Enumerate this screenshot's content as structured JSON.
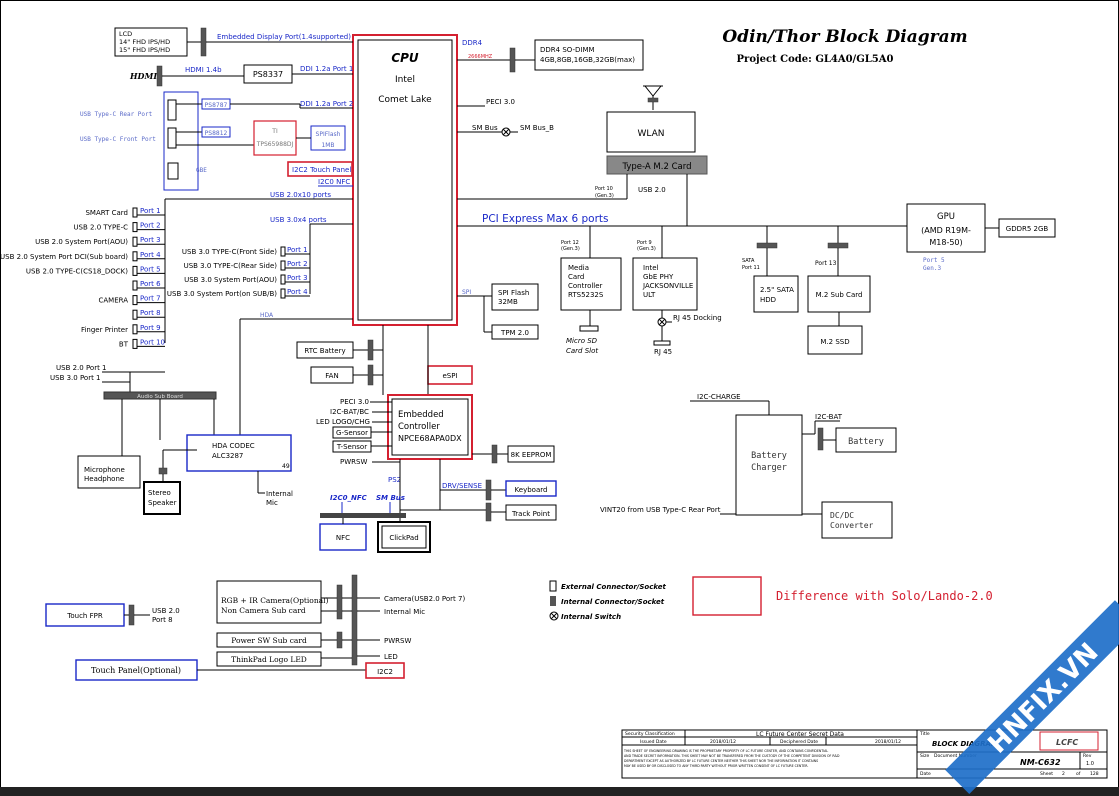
{
  "header": {
    "title": "Odin/Thor Block Diagram",
    "project_code": "Project Code: GL4A0/GL5A0"
  },
  "cpu": {
    "title": "CPU",
    "line1": "Intel",
    "line2": "Comet Lake"
  },
  "lcd": {
    "l1": "LCD",
    "l2": "14\" FHD IPS/HD",
    "l3": "15\" FHD IPS/HD"
  },
  "labels": {
    "edp": "Embedded Display Port(1.4supported)",
    "hdmi": "HDMI",
    "hdmi14": "HDMI 1.4b",
    "ps8337": "PS8337",
    "ddi1": "DDI 1.2a Port 1",
    "ddi2": "DDI 1.2a Port 2",
    "usbc_rear": "USB Type-C Rear Port",
    "usbc_front": "USB Type-C Front Port",
    "ps8787": "PS8787",
    "ps8812": "PS8812",
    "ti1": "TI",
    "ti2": "TPS65988DJ",
    "spiflash_a": "SPIFlash",
    "spiflash_b": "1MB",
    "gbe": "GBE",
    "i2c2_touch": "I2C2 Touch  Panel",
    "i2c0_nfc": "I2C0 NFC",
    "usb20x10": "USB 2.0x10 ports",
    "usb30x4": "USB 3.0x4 ports",
    "ddr4": "DDR4",
    "ddr4_speed": "2666MHZ",
    "sodimm1": "DDR4 SO-DIMM",
    "sodimm2": "4GB,8GB,16GB,32GB(max)",
    "peci": "PECI 3.0",
    "smbus": "SM Bus",
    "smbus_b": "SM Bus_B",
    "wlan": "WLAN",
    "m2card": "Type-A M.2 Card",
    "port10_gen": "Port 10",
    "port10_gen2": "(Gen.3)",
    "usb20_m2": "USB 2.0",
    "pcie": "PCI Express Max 6 ports",
    "gpu1": "GPU",
    "gpu2": "(AMD R19M-",
    "gpu3": "M18-50)",
    "gddr5": "GDDR5 2GB",
    "gpu_port1": "Port 5",
    "gpu_port2": "Gen.3",
    "p12a": "Port 12",
    "p12b": "(Gen.3)",
    "p9a": "Port 9",
    "p9b": "(Gen.3)",
    "mc1": "Media",
    "mc2": "Card",
    "mc3": "Controller",
    "mc4": "RTS5232S",
    "gbe1": "Intel",
    "gbe2": "GbE PHY",
    "gbe3": "JACKSONVILLE",
    "gbe4": "ULT",
    "sata1": "SATA",
    "sata2": "Port 11",
    "hdd1": "2.5\" SATA",
    "hdd2": "HDD",
    "p13": "Port 13",
    "m2sub": "M.2 Sub Card",
    "m2ssd": "M.2 SSD",
    "microsd1": "Micro SD",
    "microsd2": "Card  Slot",
    "rj45dock": "RJ 45 Docking",
    "rj45": "RJ 45",
    "spi": "SPI",
    "spi32_1": "SPI Flash",
    "spi32_2": "32MB",
    "tpm": "TPM 2.0",
    "hda": "HDA",
    "rtc": "RTC Battery",
    "fan": "FAN",
    "espi": "eSPI",
    "ec1": "Embedded",
    "ec2": "Controller",
    "ec3": "NPCE68APA0DX",
    "ec_peci": "PECI 3.0",
    "ec_i2c": "I2C-BAT/BC",
    "ec_led": "LED LOGO/CHG",
    "ec_gs": "G-Sensor",
    "ec_ts": "T-Sensor",
    "ec_pwrsw": "PWRSW",
    "eeprom": "8K EEPROM",
    "ps2": "PS2",
    "drv": "DRV/SENSE",
    "keyboard": "Keyboard",
    "trackpoint": "Track Point",
    "i2c0_nfc2": "I2C0_NFC",
    "smbus2": "SM Bus",
    "nfc": "NFC",
    "clickpad": "ClickPad",
    "audio_sub": "Audio Sub Board",
    "audio_usb2": "USB 2.0 Port 1",
    "audio_usb3": "USB 3.0 Port 1",
    "hda_codec1": "HDA CODEC",
    "hda_codec2": "ALC3287",
    "hda_num": "49",
    "mic1": "Microphone",
    "mic2": "Headphone",
    "spk1": "Stereo",
    "spk2": "Speaker",
    "imic1": "Internal",
    "imic2": "Mic",
    "batt_charger1": "Battery",
    "batt_charger2": "Charger",
    "i2c_charge": "I2C-CHARGE",
    "i2c_bat": "I2C-BAT",
    "battery": "Battery",
    "vint": "VINT20 from USB Type-C Rear Port",
    "dcdc1": "DC/DC",
    "dcdc2": "Converter",
    "touch_fpr": "Touch FPR",
    "fpr_usb1": "USB 2.0",
    "fpr_usb2": "Port 8",
    "cam1": "RGB + IR Camera(Optional)",
    "cam2": "Non Camera Sub card",
    "pwrsw_sub": "Power SW Sub card",
    "tp_logo": "ThinkPad Logo LED",
    "touch_panel": "Touch Panel(Optional)",
    "cam_usb": "Camera(USB2.0 Port 7)",
    "int_mic": "Internal Mic",
    "pwrsw": "PWRSW",
    "led": "LED",
    "i2c2": "I2C2",
    "leg_ext": "External Connector/Socket",
    "leg_int": "Internal Connector/Socket",
    "leg_sw": "Internal Switch",
    "diff": "Difference with Solo/Lando-2.0",
    "watermark": "HNFIX.VN"
  },
  "usb2_ports": [
    {
      "device": "SMART  Card",
      "port": "Port 1"
    },
    {
      "device": "USB 2.0 TYPE-C",
      "port": "Port 2"
    },
    {
      "device": "USB 2.0 System Port(AOU)",
      "port": "Port 3"
    },
    {
      "device": "USB 2.0 System Port DCI(Sub board)",
      "port": "Port 4"
    },
    {
      "device": "USB 2.0 TYPE-C(CS18_DOCK)",
      "port": "Port 5"
    },
    {
      "device": "",
      "port": "Port 6"
    },
    {
      "device": "CAMERA",
      "port": "Port 7"
    },
    {
      "device": "",
      "port": "Port 8"
    },
    {
      "device": "Finger  Printer",
      "port": "Port 9"
    },
    {
      "device": "BT",
      "port": "Port 10"
    }
  ],
  "usb3_ports": [
    {
      "device": "USB 3.0 TYPE-C(Front Side)",
      "port": "Port 1"
    },
    {
      "device": "USB 3.0 TYPE-C(Rear Side)",
      "port": "Port 2"
    },
    {
      "device": "USB 3.0 System Port(AOU)",
      "port": "Port 3"
    },
    {
      "device": "USB 3.0 System Port(on SUB/B)",
      "port": "Port 4"
    }
  ],
  "title_block": {
    "sec_class": "Security Classification",
    "issued": "Issued Date",
    "issued_val": "2018/01/12",
    "company": "LC Future Center Secret Data",
    "deciphered": "Deciphered Date",
    "deciphered_val": "2018/01/12",
    "title_label": "Title",
    "title_val": "BLOCK DIAGRAM",
    "size": "Size",
    "doc": "Document Number",
    "rev": "Rev",
    "rev_val": "1.0",
    "model": "NM-C632",
    "date": "Date",
    "sheet": "Sheet",
    "sheet_num": "2",
    "of": "of",
    "total": "128",
    "logo": "LCFC",
    "disclaimer1": "THIS SHEET OF ENGINEERING DRAWING IS THE PROPRIETARY PROPERTY OF LC FUTURE CENTER, AND CONTAINS CONFIDENTIAL",
    "disclaimer2": "AND TRADE SECRET INFORMATION. THIS SHEET MAY NOT BE TRANSFERED FROM THE CUSTODY OF THE COMPETENT DIVISION OF R&D",
    "disclaimer3": "DEPARTMENT EXCEPT AS AUTHORIZED BY LC FUTURE CENTER NEITHER THIS SHEET NOR THE INFORMATION IT CONTAINS",
    "disclaimer4": "MAY BE USED BY OR DISCLOSED TO ANY THIRD PARTY WITHOUT PRIOR WRITTEN CONSENT OF  LC FUTURE CENTER."
  }
}
